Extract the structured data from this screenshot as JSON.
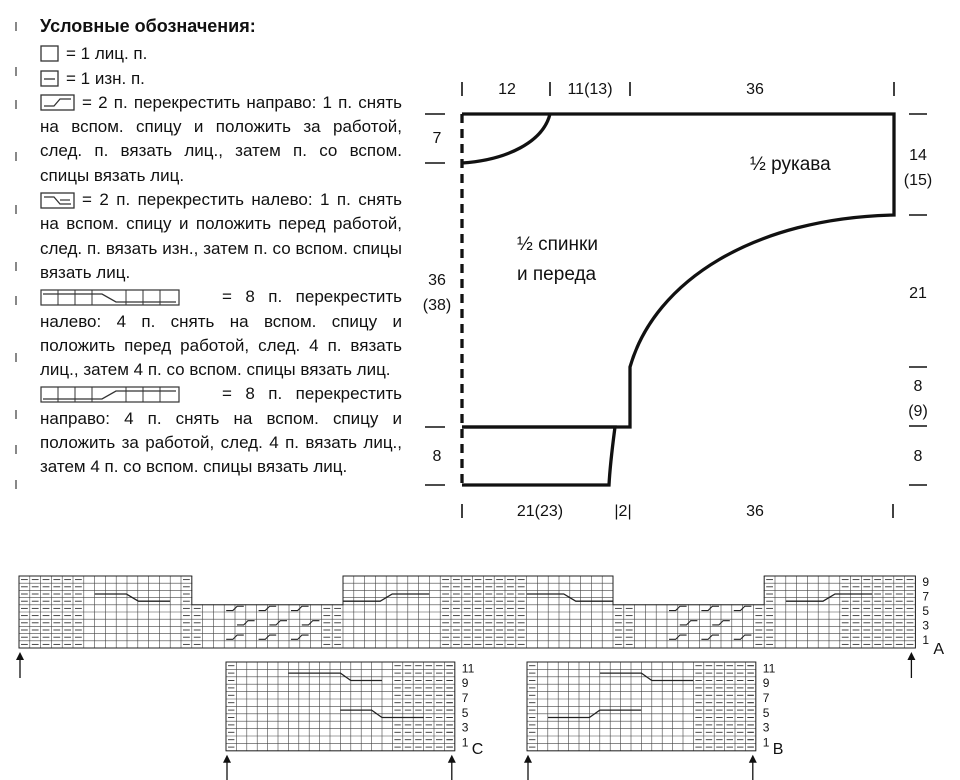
{
  "legend": {
    "title": "Условные обозначения:",
    "items": [
      {
        "icon": "knit-stitch-icon",
        "text": "= 1 лиц. п."
      },
      {
        "icon": "purl-stitch-icon",
        "text": "= 1 изн. п."
      },
      {
        "icon": "cross-2-right-icon",
        "text": "= 2 п. перекрестить направо: 1 п. снять на вспом. спицу и положить за работой, след. п. вязать лиц., затем п. со вспом. спицы вязать лиц."
      },
      {
        "icon": "cross-2-left-icon",
        "text": "= 2 п. перекрестить налево: 1 п. снять на вспом. спицу и положить перед работой, след. п. вязать изн., затем п. со вспом. спицы вязать лиц."
      },
      {
        "icon": "cross-8-left-icon",
        "text": "= 8 п. перекрестить налево: 4 п. снять на вспом. спицу и положить перед работой, след. 4 п. вязать лиц., затем 4 п. со вспом. спицы вязать лиц."
      },
      {
        "icon": "cross-8-right-icon",
        "text": "= 8 п. перекрестить направо: 4 п. снять на вспом. спицу и положить за работой, след. 4 п. вязать лиц., затем 4 п. со вспом. спицы вязать лиц."
      }
    ]
  },
  "pattern": {
    "label_sleeve": "½ рукава",
    "label_body_1": "½ спинки",
    "label_body_2": "и переда",
    "top": [
      "12",
      "11(13)",
      "36"
    ],
    "bottom": [
      "21(23)",
      "|2|",
      "36"
    ],
    "left": [
      "7",
      "36",
      "(38)",
      "8"
    ],
    "right": [
      "14",
      "(15)",
      "21",
      "8",
      "(9)",
      "8"
    ]
  },
  "charts": {
    "main": {
      "rows": [
        "9",
        "7",
        "5",
        "3",
        "1"
      ],
      "letter": "A"
    },
    "c": {
      "rows": [
        "11",
        "9",
        "7",
        "5",
        "3",
        "1"
      ],
      "letter": "C"
    },
    "b": {
      "rows": [
        "11",
        "9",
        "7",
        "5",
        "3",
        "1"
      ],
      "letter": "B"
    }
  }
}
